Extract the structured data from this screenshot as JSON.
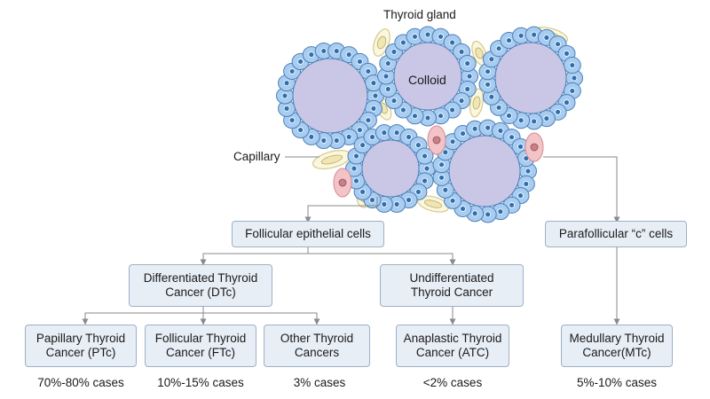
{
  "labels": {
    "thyroid_gland": "Thyroid gland",
    "colloid": "Colloid",
    "capillary": "Capillary"
  },
  "boxes": {
    "follicular": "Follicular epithelial cells",
    "parafollicular": "Parafollicular “c” cells",
    "dtc": [
      "Differentiated Thyroid",
      "Cancer (DTc)"
    ],
    "undiff": [
      "Undifferentiated",
      "Thyroid Cancer"
    ],
    "ptc": [
      "Papillary Thyroid",
      "Cancer (PTc)"
    ],
    "ftc": [
      "Follicular Thyroid",
      "Cancer (FTc)"
    ],
    "other": [
      "Other Thyroid",
      "Cancers"
    ],
    "atc": [
      "Anaplastic Thyroid",
      "Cancer (ATC)"
    ],
    "mtc": [
      "Medullary Thyroid",
      "Cancer(MTc)"
    ]
  },
  "percentages": {
    "ptc": "70%-80% cases",
    "ftc": "10%-15% cases",
    "other": "3% cases",
    "atc": "<2% cases",
    "mtc": "5%-10% cases"
  },
  "colors": {
    "cell_fill": "#a9cdf0",
    "cell_stroke": "#4a7fb8",
    "nucleus": "#2f6fb0",
    "colloid": "#c9c6e6",
    "box_fill": "#e8eef6",
    "capillary": "#efe6b4",
    "c_cell": "#f2c4c8"
  }
}
